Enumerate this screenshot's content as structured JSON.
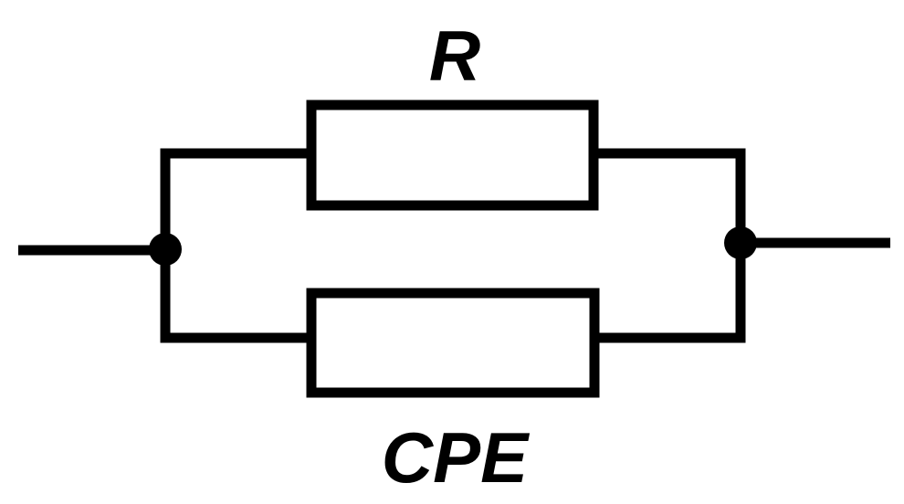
{
  "diagram": {
    "kind": "equivalent-circuit",
    "components": {
      "resistor": {
        "label": "R"
      },
      "cpe": {
        "label": "CPE"
      }
    },
    "colors": {
      "line": "#000000",
      "fill": "#ffffff",
      "background": "#ffffff"
    }
  }
}
